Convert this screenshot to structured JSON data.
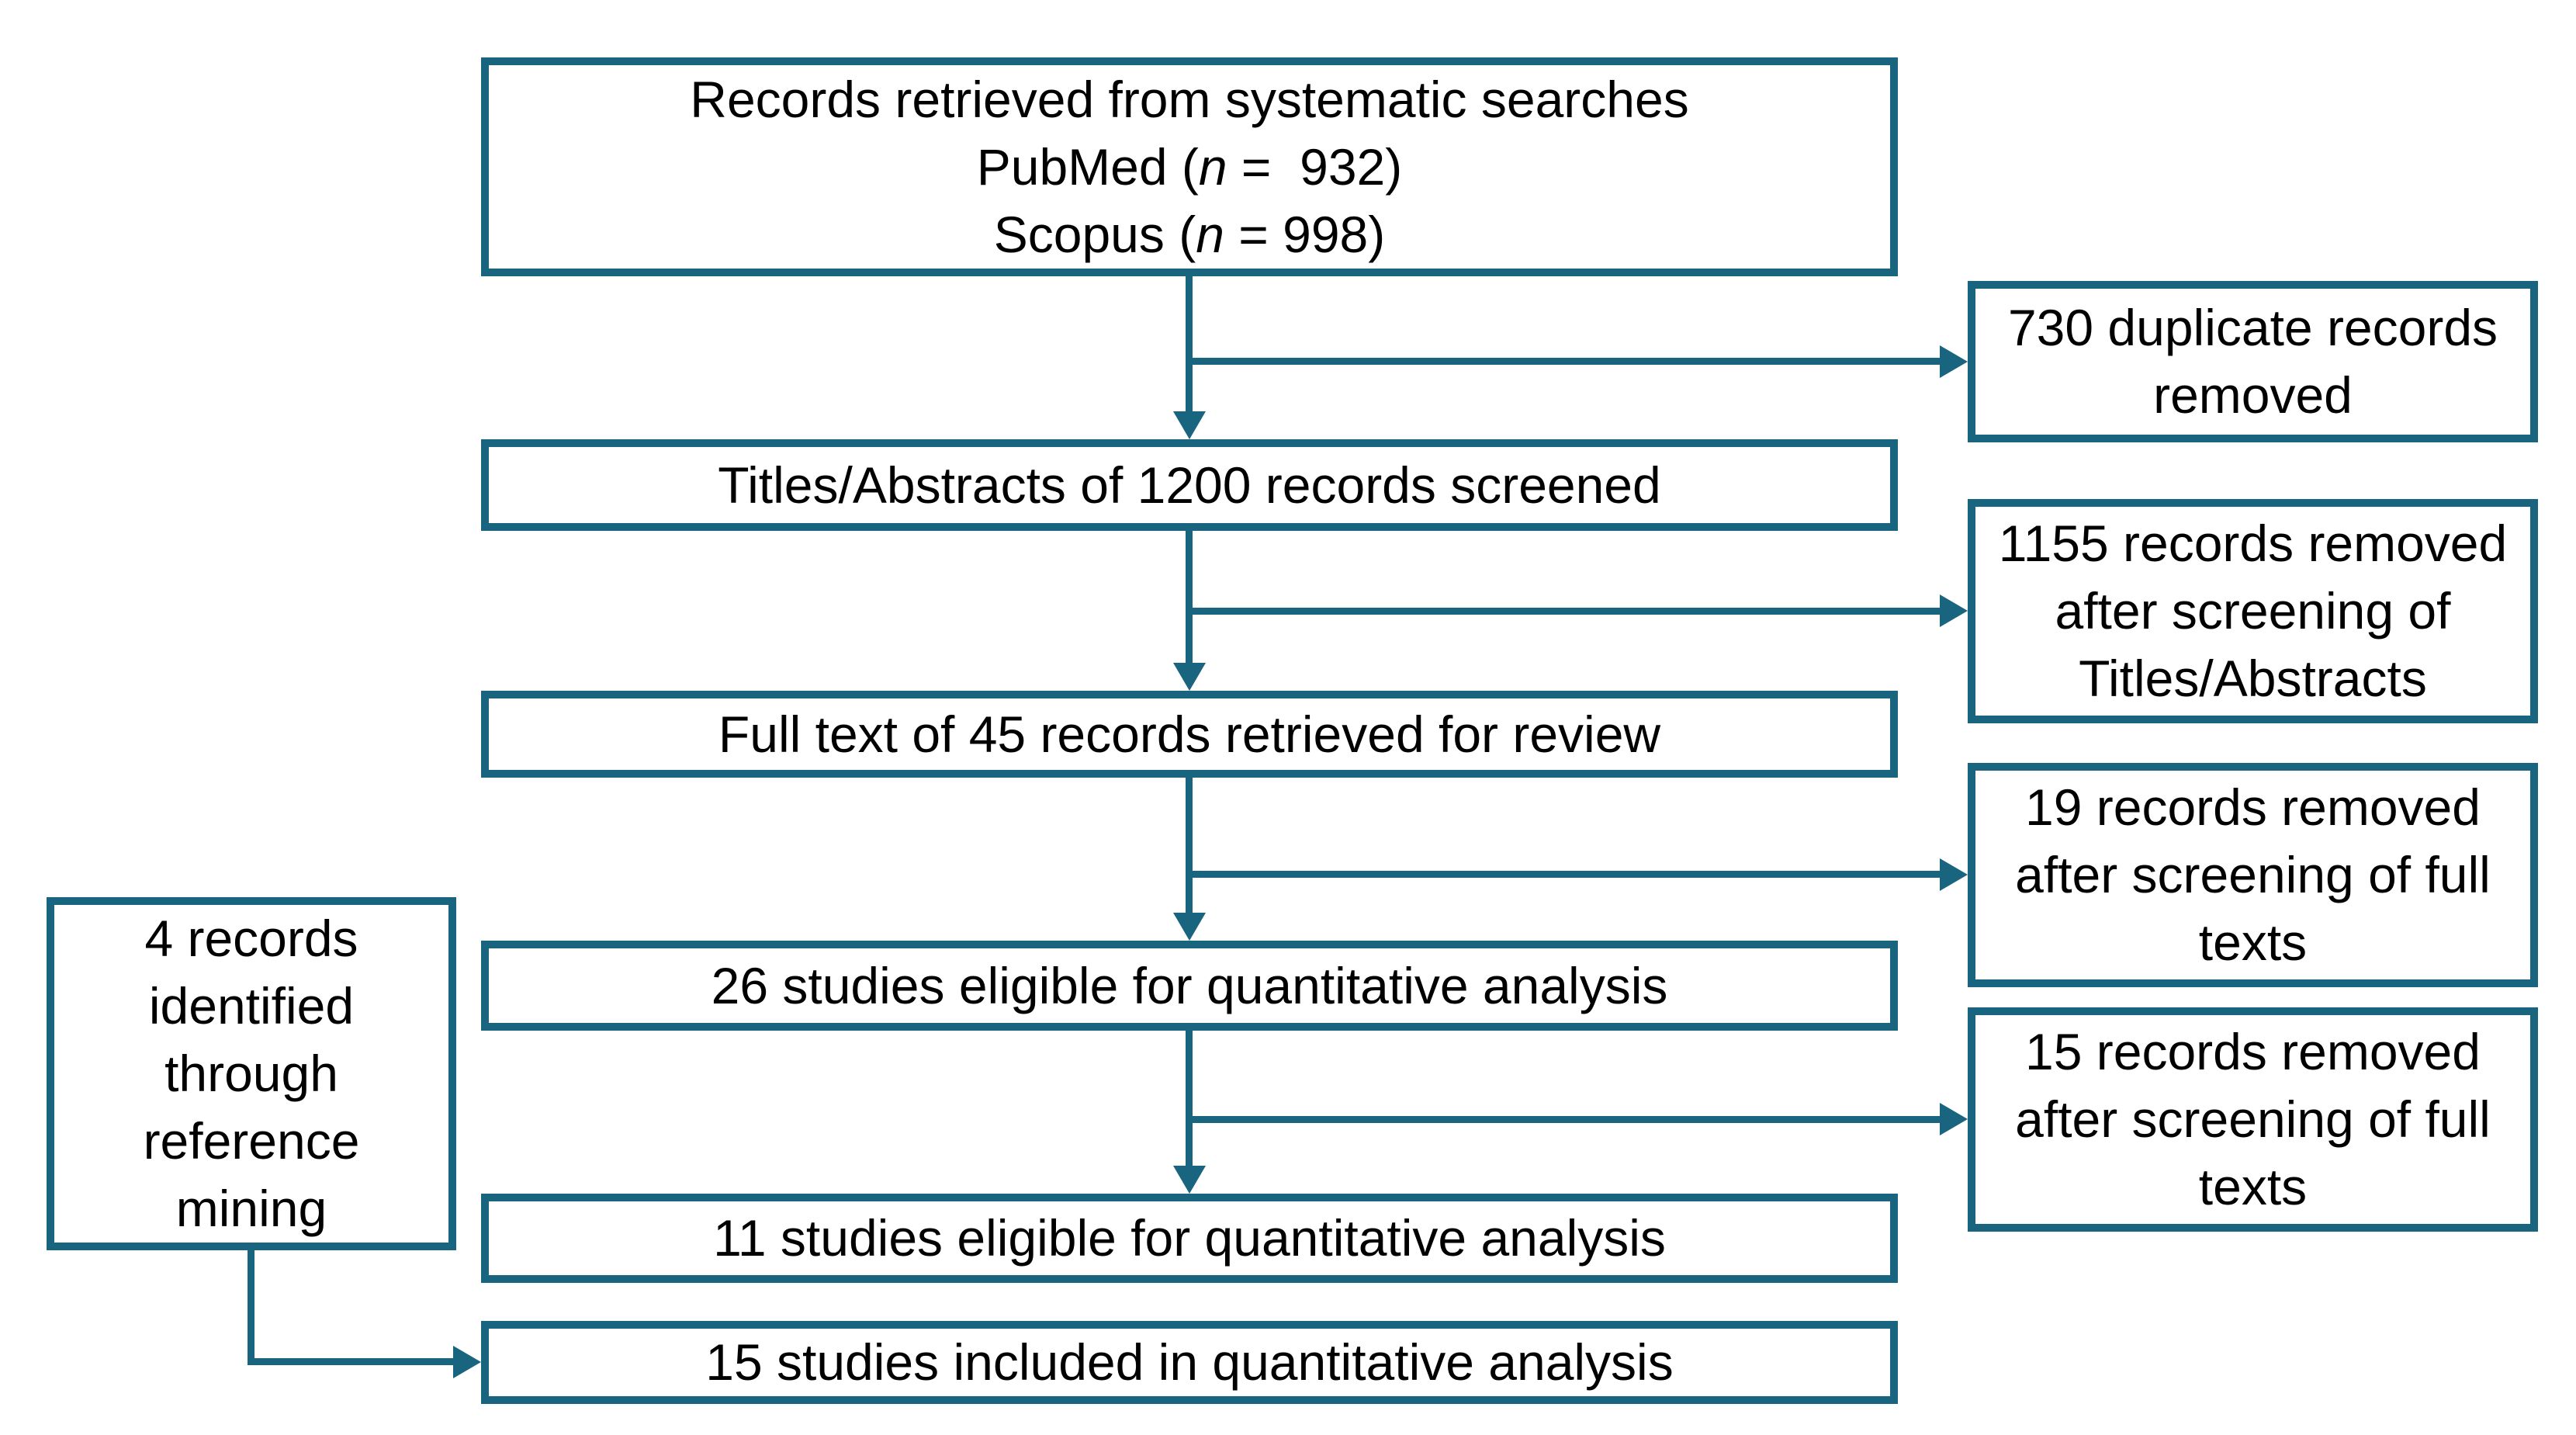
{
  "colors": {
    "accent": "#19647F",
    "text": "#000000",
    "background": "#ffffff"
  },
  "boxes": {
    "source": {
      "line1": "Records retrieved from systematic searches",
      "pubmed_prefix": "PubMed (",
      "pubmed_n": "n",
      "pubmed_suffix": " =  932)",
      "scopus_prefix": "Scopus (",
      "scopus_n": "n",
      "scopus_suffix": " = 998)"
    },
    "screened": {
      "text": "Titles/Abstracts of 1200 records screened"
    },
    "fulltext": {
      "text": "Full text of 45 records retrieved for review"
    },
    "eligible26": {
      "text": "26 studies eligible for quantitative analysis"
    },
    "eligible11": {
      "text": "11 studies eligible for quantitative analysis"
    },
    "included15": {
      "text": "15 studies included in quantitative analysis"
    },
    "dup_removed": {
      "line1": "730 duplicate records",
      "line2": "removed"
    },
    "removed_1155": {
      "line1": "1155 records removed",
      "line2": "after screening of",
      "line3": "Titles/Abstracts"
    },
    "removed_19": {
      "line1": "19 records removed",
      "line2": "after screening of full",
      "line3": "texts"
    },
    "removed_15": {
      "line1": "15 records removed",
      "line2": "after screening of full",
      "line3": "texts"
    },
    "reference_mining": {
      "line1": "4 records",
      "line2": "identified",
      "line3": "through",
      "line4": "reference",
      "line5": "mining"
    }
  }
}
